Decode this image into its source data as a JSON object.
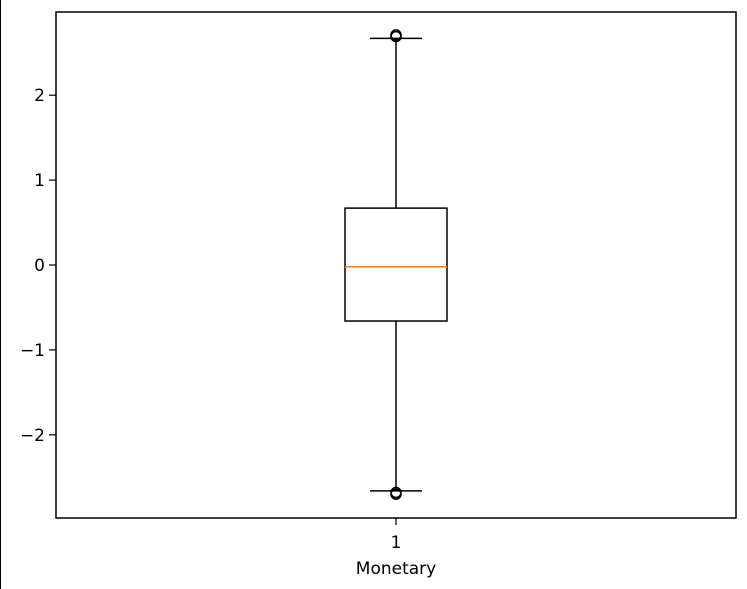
{
  "chart_data": {
    "type": "box",
    "categories": [
      "1"
    ],
    "xlabel": "Monetary",
    "ylabel": "",
    "ylim": [
      -2.98,
      2.98
    ],
    "yticks": [
      -2,
      -1,
      0,
      1,
      2
    ],
    "grid": false,
    "boxes": [
      {
        "category": "1",
        "whisker_low": -2.66,
        "q1": -0.66,
        "median": -0.02,
        "q3": 0.67,
        "whisker_high": 2.67,
        "outliers": [
          2.69,
          2.71,
          -2.68,
          -2.7
        ]
      }
    ],
    "colors": {
      "box": "#000000",
      "median": "#ff7f0e",
      "axes": "#000000"
    }
  }
}
